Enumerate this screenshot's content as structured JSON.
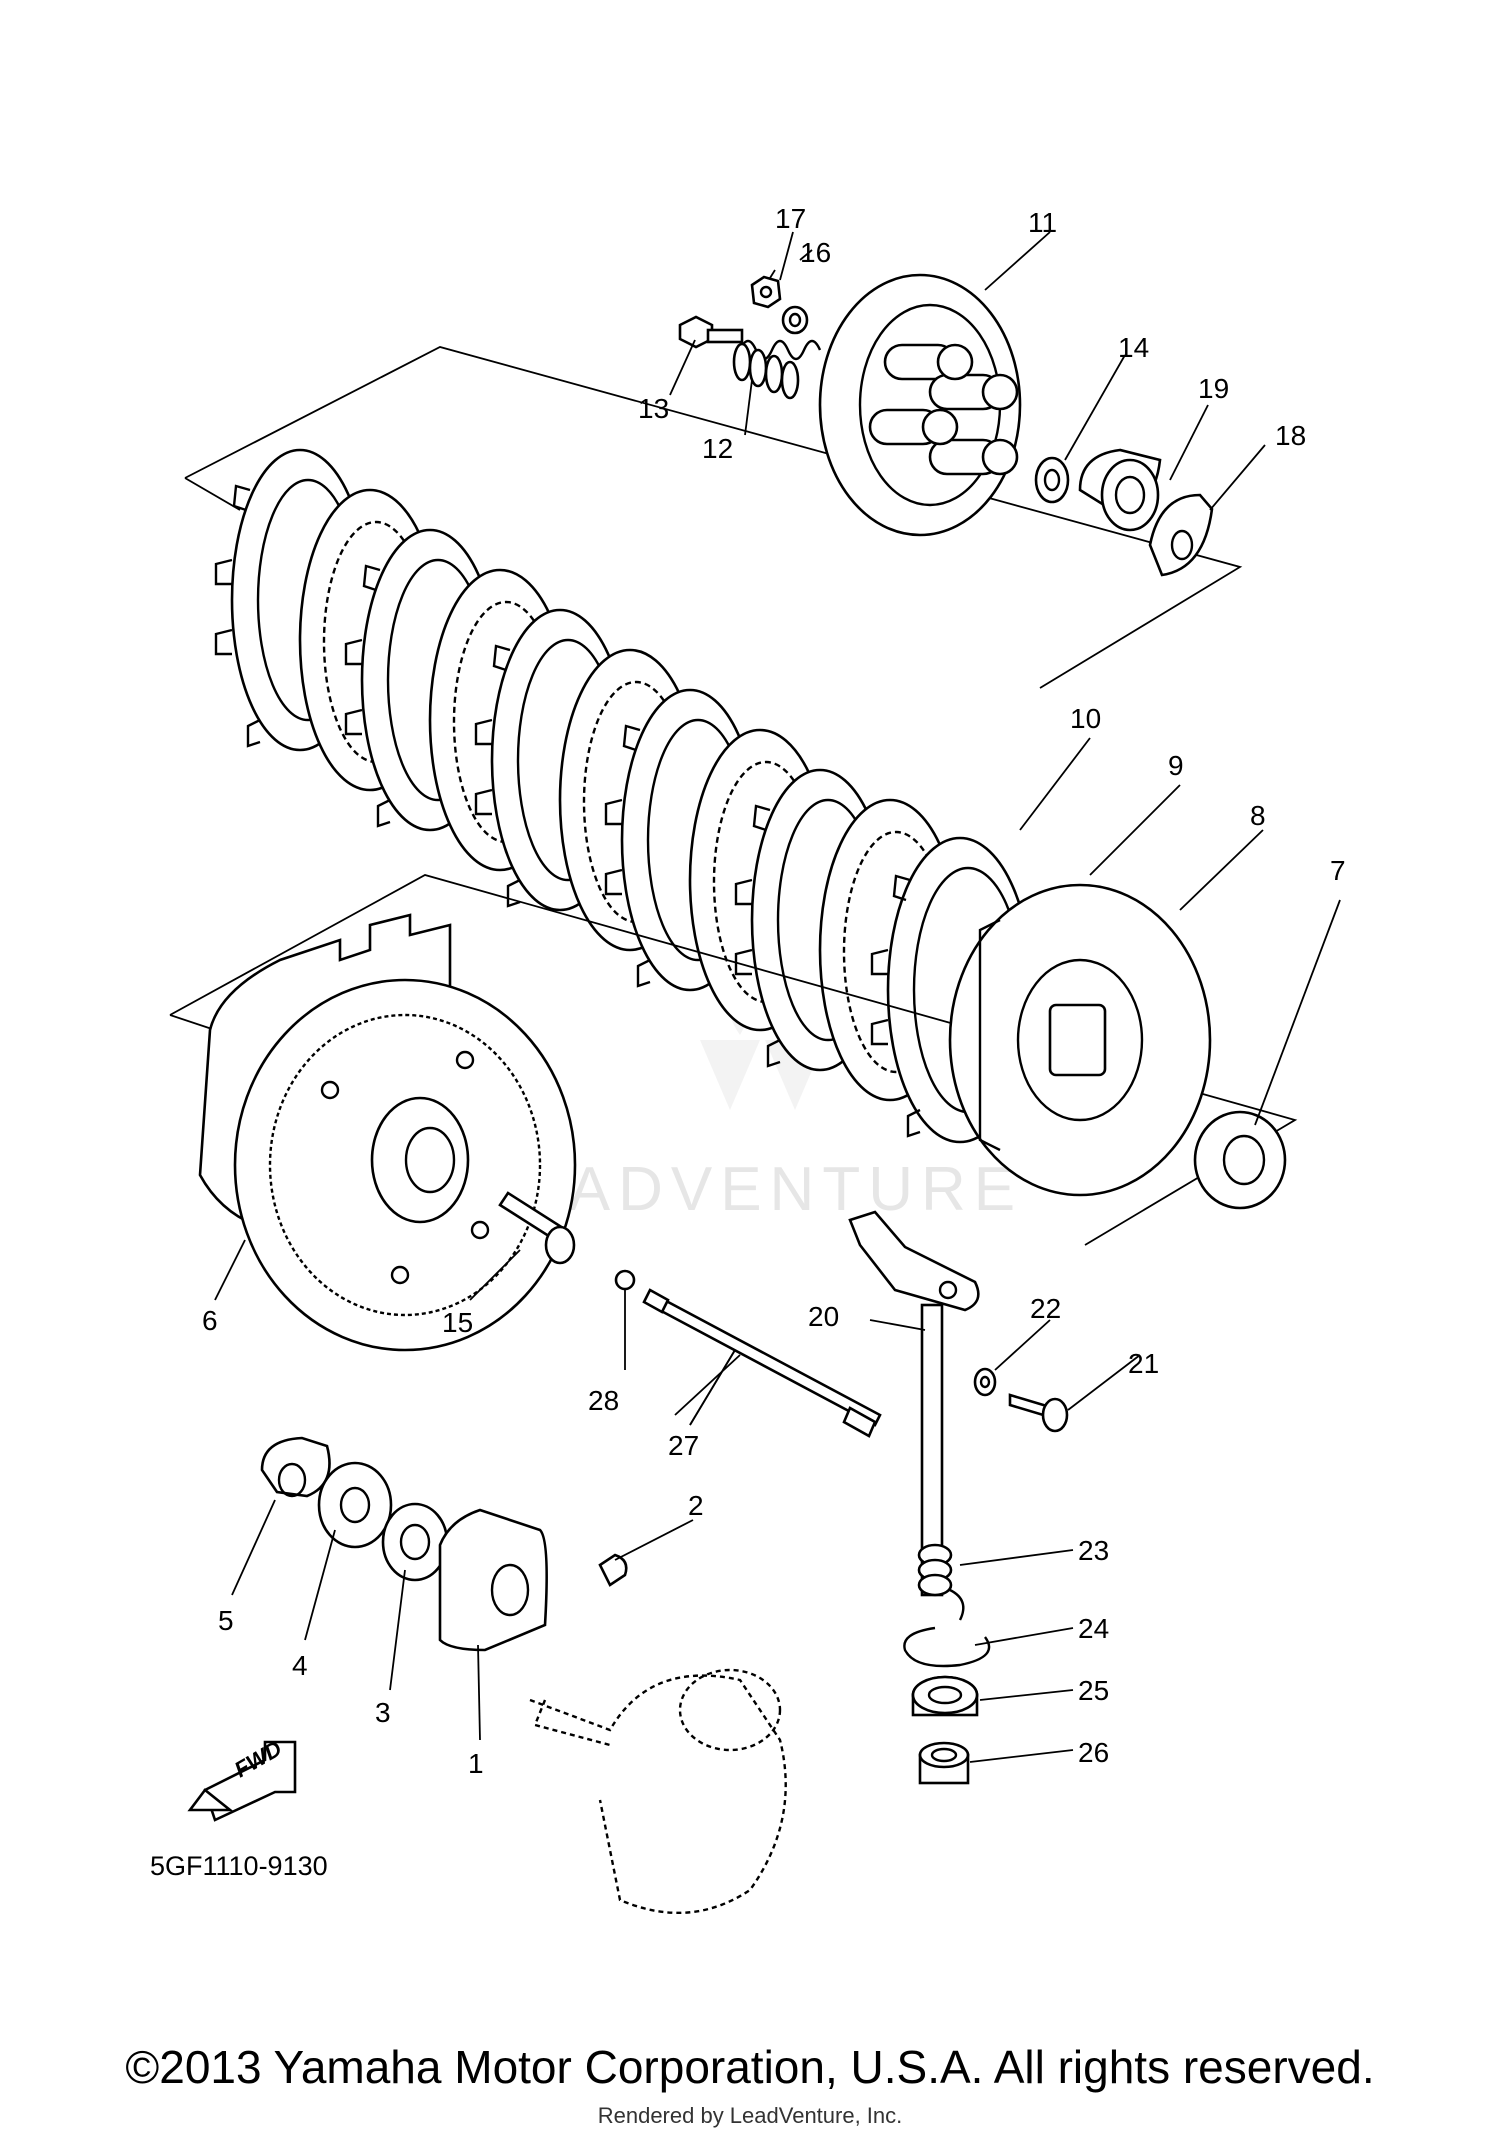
{
  "diagram": {
    "drawing_code": "5GF1110-9130",
    "fwd_label": "FWD",
    "watermark": "LEADVENTURE",
    "copyright": "©2013 Yamaha Motor Corporation, U.S.A. All rights reserved.",
    "rendered_by": "Rendered by LeadVenture, Inc.",
    "callouts": [
      "1",
      "2",
      "3",
      "4",
      "5",
      "6",
      "7",
      "8",
      "9",
      "10",
      "11",
      "12",
      "13",
      "14",
      "15",
      "16",
      "17",
      "18",
      "19",
      "20",
      "21",
      "22",
      "23",
      "24",
      "25",
      "26",
      "27",
      "28"
    ]
  }
}
